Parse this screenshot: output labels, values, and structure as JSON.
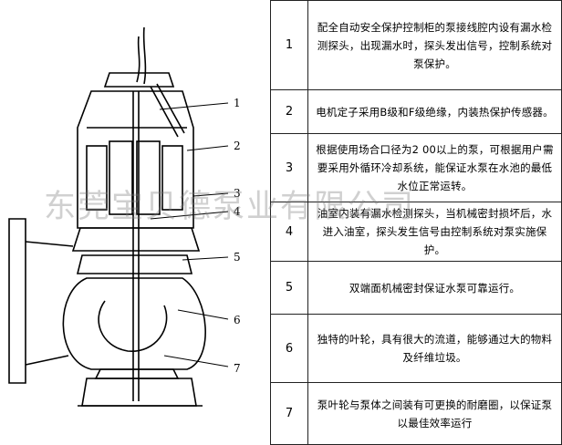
{
  "watermark": "东莞宝贝德泵业有限公司",
  "diagram": {
    "callouts": [
      "1",
      "2",
      "3",
      "4",
      "5",
      "6",
      "7"
    ]
  },
  "table": {
    "rows": [
      {
        "num": "1",
        "text": "配全自动安全保护控制柜的泵接线腔内设有漏水检测探头，出现漏水时，探头发出信号，控制系统对泵保护。"
      },
      {
        "num": "2",
        "text": "电机定子采用B级和F级绝缘，内装热保护传感器。"
      },
      {
        "num": "3",
        "text": "根据使用场合口径为2 00以上的泵，可根据用户需要采用外循环冷却系统，能保证水泵在水池的最低水位正常运转。"
      },
      {
        "num": "4",
        "text": "油室内装有漏水检测探头，当机械密封损坏后，水进入油室，探头发生信号由控制系统对泵实施保护。"
      },
      {
        "num": "5",
        "text": "双端面机械密封保证水泵可靠运行。"
      },
      {
        "num": "6",
        "text": "独特的叶轮，具有很大的流道，能够通过大的物料及纤维垃圾。"
      },
      {
        "num": "7",
        "text": "泵叶轮与泵体之间装有可更换的耐磨圈，以保证泵以最佳效率运行"
      }
    ]
  }
}
